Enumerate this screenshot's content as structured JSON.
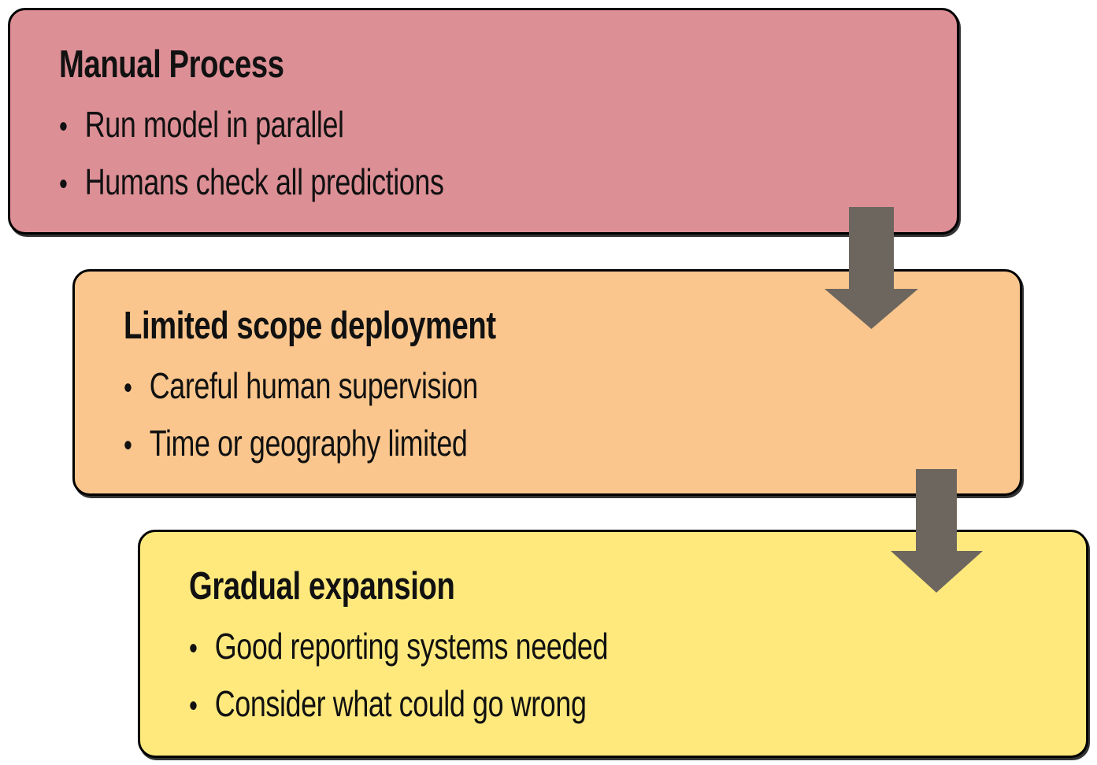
{
  "diagram": {
    "background": "#ffffff",
    "arrow_color": "#6d665e",
    "bullet_glyph": "•",
    "boxes": [
      {
        "title": "Manual Process",
        "bullets": [
          "Run model in parallel",
          "Humans check all predictions"
        ],
        "fill": "#dd8f96",
        "border_color": "#000000"
      },
      {
        "title": "Limited scope deployment",
        "bullets": [
          "Careful human supervision",
          "Time or geography limited"
        ],
        "fill": "#fac68d",
        "border_color": "#000000"
      },
      {
        "title": "Gradual expansion",
        "bullets": [
          "Good reporting systems needed",
          "Consider what could go wrong"
        ],
        "fill": "#ffe97d",
        "border_color": "#000000"
      }
    ]
  }
}
